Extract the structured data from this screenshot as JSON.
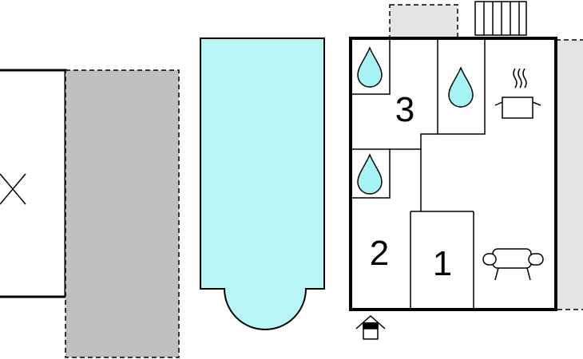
{
  "colors": {
    "wall": "#000000",
    "pool": "#b8f6f6",
    "terrace": "#c0c0c0",
    "terrace_light": "#e4e4e4",
    "water": "#a6f4f4",
    "background": "#ffffff"
  },
  "rooms": [
    {
      "id": "room-1",
      "label": "1"
    },
    {
      "id": "room-2",
      "label": "2"
    },
    {
      "id": "room-3",
      "label": "3"
    }
  ],
  "icons": [
    "water-drop-icon",
    "cooking-pot-icon",
    "sofa-icon",
    "entrance-icon",
    "window-cross-icon",
    "railing-icon"
  ]
}
